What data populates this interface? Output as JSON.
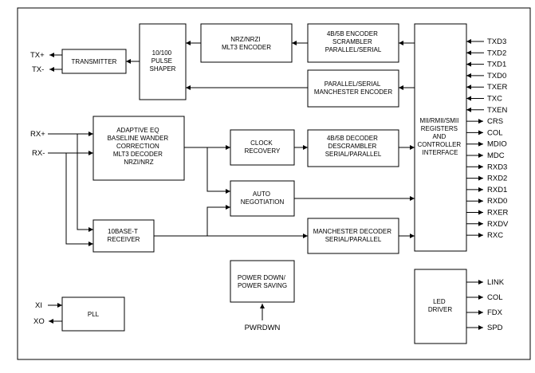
{
  "blocks": {
    "transmitter": [
      "TRANSMITTER"
    ],
    "pulse_shaper": [
      "10/100",
      "PULSE",
      "SHAPER"
    ],
    "nrzi_encoder": [
      "NRZ/NRZI",
      "MLT3 ENCODER"
    ],
    "encoder_4b5b": [
      "4B/5B ENCODER",
      "SCRAMBLER",
      "PARALLEL/SERIAL"
    ],
    "manchester_encoder": [
      "PARALLEL/SERIAL",
      "MANCHESTER ENCODER"
    ],
    "adaptive_eq": [
      "ADAPTIVE EQ",
      "BASELINE WANDER",
      "CORRECTION",
      "MLT3 DECODER",
      "NRZI/NRZ"
    ],
    "clock_recovery": [
      "CLOCK",
      "RECOVERY"
    ],
    "decoder_4b5b": [
      "4B/5B DECODER",
      "DESCRAMBLER",
      "SERIAL/PARALLEL"
    ],
    "auto_negotiation": [
      "AUTO",
      "NEGOTIATION"
    ],
    "receiver_10baset": [
      "10BASE-T",
      "RECEIVER"
    ],
    "manchester_decoder": [
      "MANCHESTER DECODER",
      "SERIAL/PARALLEL"
    ],
    "mii_registers": [
      "MII/RMII/SMII",
      "REGISTERS",
      "AND",
      "CONTROLLER",
      "INTERFACE"
    ],
    "power_down": [
      "POWER DOWN/",
      "POWER SAVING"
    ],
    "pll": [
      "PLL"
    ],
    "led_driver": [
      "LED",
      "DRIVER"
    ]
  },
  "pins": {
    "tx_plus": "TX+",
    "tx_minus": "TX-",
    "rx_plus": "RX+",
    "rx_minus": "RX-",
    "xi": "XI",
    "xo": "XO",
    "pwrdwn": "PWRDWN",
    "mii_right": [
      "TXD3",
      "TXD2",
      "TXD1",
      "TXD0",
      "TXER",
      "TXC",
      "TXEN",
      "CRS",
      "COL",
      "MDIO",
      "MDC",
      "RXD3",
      "RXD2",
      "RXD1",
      "RXD0",
      "RXER",
      "RXDV",
      "RXC"
    ],
    "led_right": [
      "LINK",
      "COL",
      "FDX",
      "SPD"
    ]
  }
}
